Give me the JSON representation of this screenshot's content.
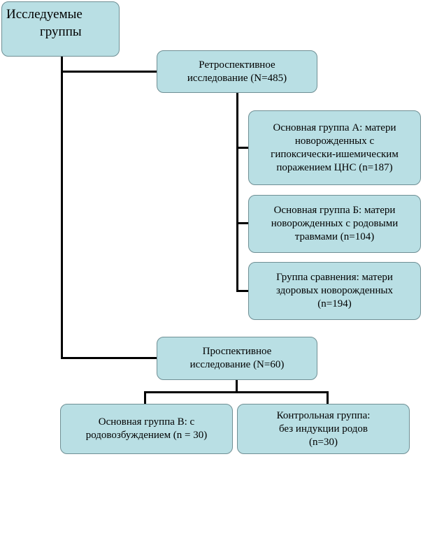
{
  "root": {
    "line1": "Исследуемые",
    "line2": "группы"
  },
  "retrospective": {
    "lines": [
      "Ретроспективное",
      "исследование (N=485)"
    ]
  },
  "group_a": {
    "lines": [
      "Основная группа  А: матери",
      "новорожденных с",
      "гипоксически-ишемическим",
      "поражением ЦНС (n=187)"
    ]
  },
  "group_b": {
    "lines": [
      "Основная группа Б: матери",
      "новорожденных с родовыми",
      "травмами (n=104)"
    ]
  },
  "comparison": {
    "lines": [
      "Группа сравнения: матери",
      "здоровых новорожденных",
      "(n=194)"
    ]
  },
  "prospective": {
    "lines": [
      "Проспективное",
      "исследование (N=60)"
    ]
  },
  "group_v": {
    "lines": [
      "Основная группа В: с",
      "родовозбуждением (n = 30)"
    ]
  },
  "control": {
    "lines": [
      "Контрольная группа:",
      "без индукции родов",
      "(n=30)"
    ]
  }
}
